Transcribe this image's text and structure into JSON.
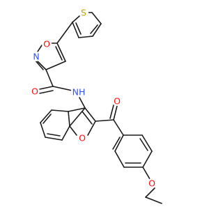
{
  "molecule": {
    "atoms": [
      {
        "id": "O_isox",
        "label": "O",
        "color": "#ff0d0d"
      },
      {
        "id": "N_isox",
        "label": "N",
        "color": "#3050f8"
      },
      {
        "id": "S_thio",
        "label": "S",
        "color": "#b8a800"
      },
      {
        "id": "O_amide",
        "label": "O",
        "color": "#ff0d0d"
      },
      {
        "id": "NH_amide",
        "label": "NH",
        "color": "#3050f8"
      },
      {
        "id": "O_ketone",
        "label": "O",
        "color": "#ff0d0d"
      },
      {
        "id": "O_furan",
        "label": "O",
        "color": "#ff0d0d"
      },
      {
        "id": "O_ether",
        "label": "O",
        "color": "#ff0d0d"
      }
    ]
  }
}
